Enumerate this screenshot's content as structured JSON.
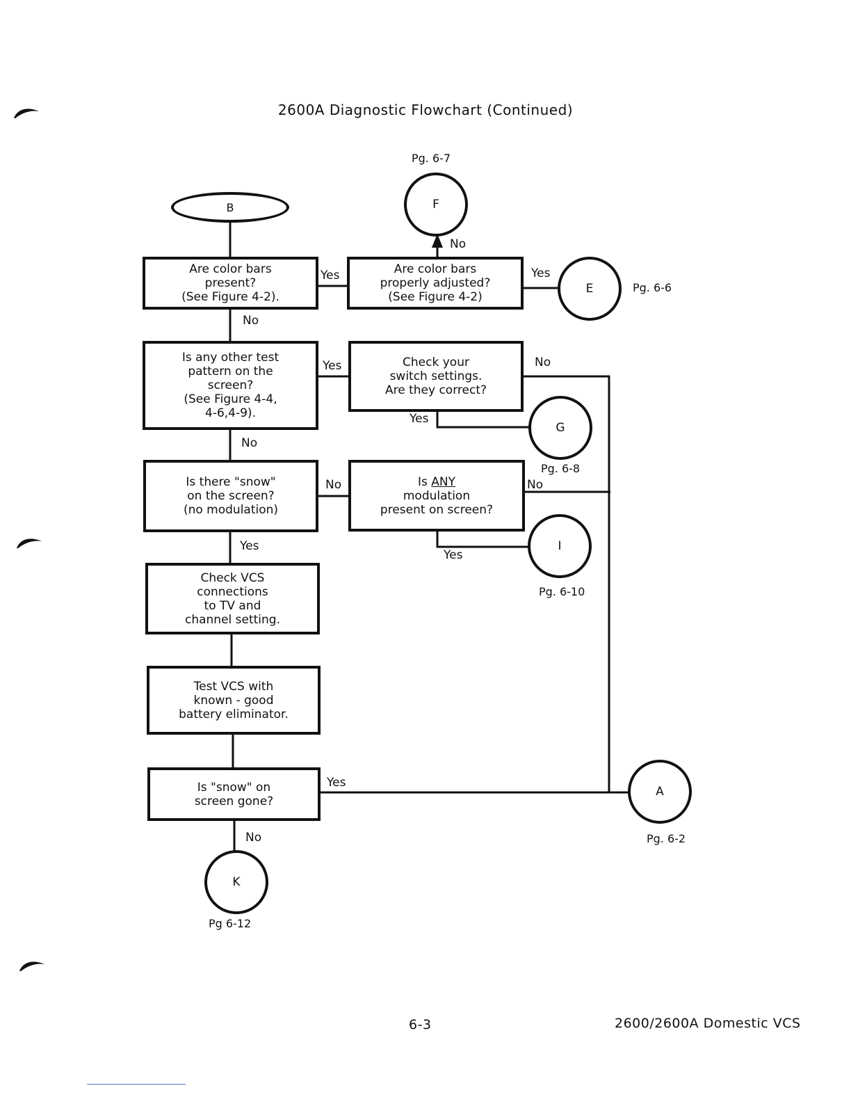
{
  "title": "2600A Diagnostic Flowchart (Continued)",
  "nodes": {
    "b": "B",
    "q_color_bars": "Are color bars\npresent?\n(See Figure 4-2).",
    "q_adjusted": "Are color bars\nproperly adjusted?\n(See Figure 4-2)",
    "q_other_pattern": "Is any other test\npattern on the\nscreen?\n(See Figure 4-4,\n4-6,4-9).",
    "q_switch": "Check your\nswitch settings.\nAre they correct?",
    "q_snow": "Is there \"snow\"\non the screen?\n(no modulation)",
    "q_modulation_pre": "Is ",
    "q_modulation_any": "ANY",
    "q_modulation_post": "\nmodulation\npresent on screen?",
    "check_vcs": "Check VCS\nconnections\nto TV and\nchannel setting.",
    "test_vcs": "Test VCS with\nknown - good\nbattery eliminator.",
    "q_snow_gone": "Is \"snow\" on\nscreen gone?"
  },
  "connectors": {
    "f": "F",
    "e": "E",
    "g": "G",
    "i": "I",
    "a": "A",
    "k": "K"
  },
  "page_refs": {
    "f": "Pg. 6-7",
    "e": "Pg. 6-6",
    "g": "Pg. 6-8",
    "i": "Pg. 6-10",
    "a": "Pg. 6-2",
    "k": "Pg 6-12"
  },
  "edge_labels": {
    "yes": "Yes",
    "no": "No"
  },
  "footer": {
    "page_number": "6-3",
    "product": "2600/2600A Domestic VCS"
  },
  "colors": {
    "ink": "#111111",
    "paper": "#ffffff"
  }
}
